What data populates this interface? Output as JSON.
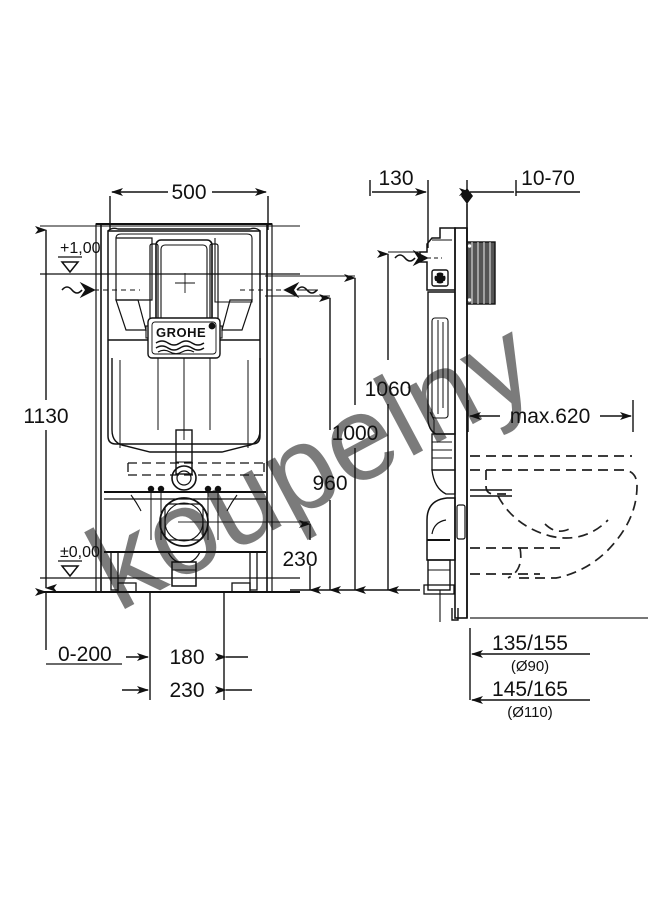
{
  "drawing": {
    "title": "GROHE Rapid SL WC installation frame – dimensioned technical drawing",
    "brand": "GROHE",
    "units": "mm",
    "line_color": "#111111",
    "dashed_color": "#222222",
    "watermark_color": "#f0f0f0",
    "background": "#ffffff"
  },
  "views": {
    "front": {
      "name": "front-elevation"
    },
    "side": {
      "name": "side-section"
    },
    "bowl": {
      "name": "wc-bowl-outline-dashed"
    }
  },
  "dimensions": {
    "front_width": "500",
    "total_height": "1130",
    "level_top": "+1,00",
    "level_floor": "±0,00",
    "floor_adjust": "0-200",
    "outlet_offset": "180",
    "outlet_spacing": "230",
    "bowl_height": "230",
    "h_960": "960",
    "h_1000": "1000",
    "h_1060": "1060",
    "side_depth": "130",
    "wall_thickness": "10-70",
    "projection_max": "max.620",
    "drain_90_value": "135/155",
    "drain_90_dia": "(Ø90)",
    "drain_110_value": "145/165",
    "drain_110_dia": "(Ø110)"
  },
  "watermark": {
    "text": "koupelny"
  }
}
